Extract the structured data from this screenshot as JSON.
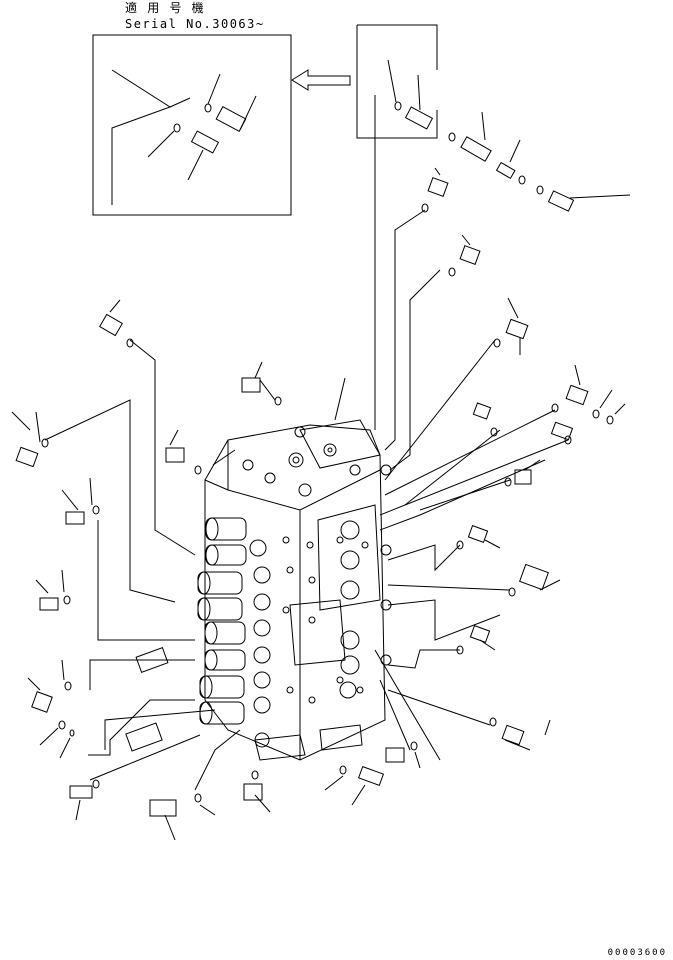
{
  "header": {
    "applicability_label": "適 用 号 機",
    "serial_label": "Serial No.30063~"
  },
  "footer": {
    "drawing_code": "00003600"
  }
}
